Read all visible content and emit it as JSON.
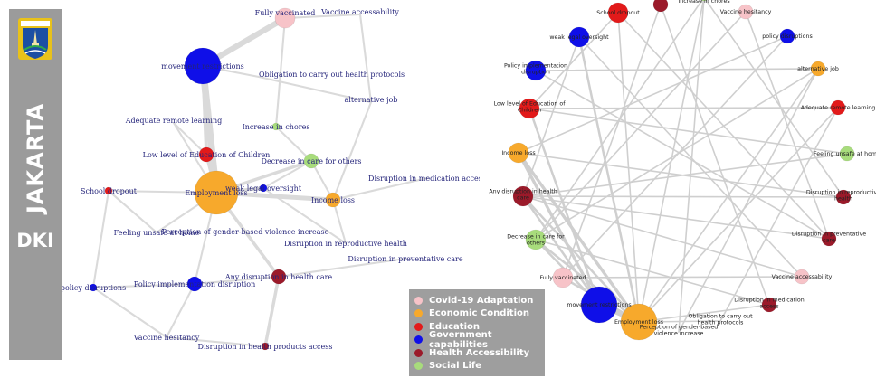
{
  "colors": {
    "covid": "#f7c3c8",
    "economic": "#f7a92c",
    "education": "#e21a1a",
    "government": "#0f0fe8",
    "health": "#9b1a2a",
    "social": "#a8dc7c"
  },
  "sidebar": {
    "logo_icon": "jakarta-coat-of-arms-icon",
    "city": "JAKARTA",
    "region": "DKI"
  },
  "legend": {
    "items": [
      {
        "label": "Covid-19  Adaptation",
        "group": "covid"
      },
      {
        "label": "Economic Condition",
        "group": "economic"
      },
      {
        "label": "Education",
        "group": "education"
      },
      {
        "label": "Government capabilities",
        "group": "government"
      },
      {
        "label": "Health Accessibility",
        "group": "health"
      },
      {
        "label": "Social Life",
        "group": "social"
      }
    ]
  },
  "left_graph": {
    "nodes": [
      {
        "id": "fully_vacc",
        "label": "Fully vaccinated",
        "group": "covid",
        "size": "medium"
      },
      {
        "id": "vacc_access",
        "label": "Vaccine accessability",
        "group": "covid",
        "size": "none"
      },
      {
        "id": "movement",
        "label": "movement restrictions",
        "group": "government",
        "size": "large"
      },
      {
        "id": "obligation",
        "label": "Obligation to carry out health protocols",
        "group": "covid",
        "size": "none"
      },
      {
        "id": "alt_job",
        "label": "alternative job",
        "group": "economic",
        "size": "none"
      },
      {
        "id": "remote",
        "label": "Adequate remote learning",
        "group": "education",
        "size": "none"
      },
      {
        "id": "chores",
        "label": "Increase in chores",
        "group": "social",
        "size": "tiny"
      },
      {
        "id": "low_edu",
        "label": "Low level of Education of Children",
        "group": "education",
        "size": "small"
      },
      {
        "id": "decrease_care",
        "label": "Decrease in care for others",
        "group": "social",
        "size": "small"
      },
      {
        "id": "disrupt_med",
        "label": "Disruption in medication access",
        "group": "health",
        "size": "none"
      },
      {
        "id": "dropout",
        "label": "School dropout",
        "group": "education",
        "size": "tiny"
      },
      {
        "id": "employment",
        "label": "Employment loss",
        "group": "economic",
        "size": "xlarge"
      },
      {
        "id": "weak_oversight",
        "label": "weak legal oversight",
        "group": "government",
        "size": "tiny"
      },
      {
        "id": "income",
        "label": "Income loss",
        "group": "economic",
        "size": "small"
      },
      {
        "id": "unsafe",
        "label": "Feeling unsafe at home",
        "group": "social",
        "size": "none"
      },
      {
        "id": "gbv",
        "label": "Perception of gender-based violence increase",
        "group": "social",
        "size": "none"
      },
      {
        "id": "disrupt_repro",
        "label": "Disruption in reproductive health",
        "group": "health",
        "size": "none"
      },
      {
        "id": "disrupt_prev",
        "label": "Disruption in preventative care",
        "group": "health",
        "size": "none"
      },
      {
        "id": "policy_disr",
        "label": "policy disruptions",
        "group": "government",
        "size": "tiny"
      },
      {
        "id": "policy_impl",
        "label": "Policy implementation disruption",
        "group": "government",
        "size": "small"
      },
      {
        "id": "any_disr",
        "label": "Any disruption in health care",
        "group": "health",
        "size": "small"
      },
      {
        "id": "hesitancy",
        "label": "Vaccine hesitancy",
        "group": "covid",
        "size": "none"
      },
      {
        "id": "disrupt_prod",
        "label": "Disruption in health products access",
        "group": "health",
        "size": "tiny"
      }
    ],
    "edges": [
      {
        "from": "fully_vacc",
        "to": "movement",
        "weight": 4
      },
      {
        "from": "movement",
        "to": "employment",
        "weight": 5
      },
      {
        "from": "movement",
        "to": "low_edu",
        "weight": 2
      },
      {
        "from": "movement",
        "to": "obligation",
        "weight": 1
      },
      {
        "from": "fully_vacc",
        "to": "vacc_access",
        "weight": 1
      },
      {
        "from": "fully_vacc",
        "to": "chores",
        "weight": 1
      },
      {
        "from": "employment",
        "to": "income",
        "weight": 3
      },
      {
        "from": "employment",
        "to": "decrease_care",
        "weight": 2
      },
      {
        "from": "employment",
        "to": "weak_oversight",
        "weight": 2
      },
      {
        "from": "employment",
        "to": "low_edu",
        "weight": 2
      },
      {
        "from": "employment",
        "to": "dropout",
        "weight": 1
      },
      {
        "from": "employment",
        "to": "any_disr",
        "weight": 2
      },
      {
        "from": "employment",
        "to": "policy_impl",
        "weight": 1
      },
      {
        "from": "employment",
        "to": "gbv",
        "weight": 1
      },
      {
        "from": "employment",
        "to": "unsafe",
        "weight": 1
      },
      {
        "from": "employment",
        "to": "remote",
        "weight": 1
      },
      {
        "from": "decrease_care",
        "to": "chores",
        "weight": 1
      },
      {
        "from": "decrease_care",
        "to": "income",
        "weight": 1
      },
      {
        "from": "decrease_care",
        "to": "weak_oversight",
        "weight": 1
      },
      {
        "from": "income",
        "to": "alt_job",
        "weight": 1
      },
      {
        "from": "income",
        "to": "disrupt_med",
        "weight": 1
      },
      {
        "from": "income",
        "to": "disrupt_repro",
        "weight": 1
      },
      {
        "from": "weak_oversight",
        "to": "disrupt_repro",
        "weight": 1
      },
      {
        "from": "any_disr",
        "to": "disrupt_prod",
        "weight": 2
      },
      {
        "from": "any_disr",
        "to": "policy_impl",
        "weight": 1
      },
      {
        "from": "any_disr",
        "to": "disrupt_prev",
        "weight": 1
      },
      {
        "from": "any_disr",
        "to": "gbv",
        "weight": 1
      },
      {
        "from": "policy_impl",
        "to": "policy_disr",
        "weight": 1
      },
      {
        "from": "policy_impl",
        "to": "hesitancy",
        "weight": 1
      },
      {
        "from": "policy_disr",
        "to": "dropout",
        "weight": 1
      },
      {
        "from": "policy_disr",
        "to": "hesitancy",
        "weight": 1
      },
      {
        "from": "hesitancy",
        "to": "disrupt_prod",
        "weight": 1
      },
      {
        "from": "low_edu",
        "to": "remote",
        "weight": 1
      },
      {
        "from": "obligation",
        "to": "alt_job",
        "weight": 1
      },
      {
        "from": "vacc_access",
        "to": "alt_job",
        "weight": 1
      },
      {
        "from": "dropout",
        "to": "unsafe",
        "weight": 1
      }
    ]
  },
  "right_graph": {
    "nodes": [
      {
        "id": "school_dropout",
        "label": "School dropout",
        "group": "education",
        "size": "medium"
      },
      {
        "id": "top_health",
        "label": "",
        "group": "health",
        "size": "small"
      },
      {
        "id": "chores",
        "label": "Increase in chores",
        "group": "social",
        "size": "tiny"
      },
      {
        "id": "hesitancy",
        "label": "Vaccine hesitancy",
        "group": "covid",
        "size": "small"
      },
      {
        "id": "weak_oversight",
        "label": "weak legal oversight",
        "group": "government",
        "size": "medium"
      },
      {
        "id": "policy_disr",
        "label": "policy disruptions",
        "group": "government",
        "size": "small"
      },
      {
        "id": "policy_impl",
        "label": "Policy implementation disruption",
        "group": "government",
        "size": "medium"
      },
      {
        "id": "alt_job",
        "label": "alternative job",
        "group": "economic",
        "size": "small"
      },
      {
        "id": "low_edu",
        "label": "Low level of Education of Children",
        "group": "education",
        "size": "medium"
      },
      {
        "id": "remote",
        "label": "Adequate remote learning",
        "group": "education",
        "size": "small"
      },
      {
        "id": "income",
        "label": "Income loss",
        "group": "economic",
        "size": "medium"
      },
      {
        "id": "unsafe",
        "label": "Feeling unsafe at home",
        "group": "social",
        "size": "small"
      },
      {
        "id": "any_disr",
        "label": "Any disruption in health care",
        "group": "health",
        "size": "medium"
      },
      {
        "id": "disrupt_repro",
        "label": "Disruption in reproductive health",
        "group": "health",
        "size": "small"
      },
      {
        "id": "decrease_care",
        "label": "Decrease in care for others",
        "group": "social",
        "size": "medium"
      },
      {
        "id": "disrupt_prev",
        "label": "Disruption in preventative care",
        "group": "health",
        "size": "small"
      },
      {
        "id": "fully_vacc",
        "label": "Fully vaccinated",
        "group": "covid",
        "size": "medium"
      },
      {
        "id": "vacc_access",
        "label": "Vaccine accessability",
        "group": "covid",
        "size": "small"
      },
      {
        "id": "movement",
        "label": "movement restrictions",
        "group": "government",
        "size": "large"
      },
      {
        "id": "disrupt_med",
        "label": "Disruption in medication access",
        "group": "health",
        "size": "small"
      },
      {
        "id": "employment",
        "label": "Employment loss",
        "group": "economic",
        "size": "large"
      },
      {
        "id": "obligation",
        "label": "Obligation to carry out health protocols",
        "group": "covid",
        "size": "none"
      },
      {
        "id": "gbv",
        "label": "Perception of gender-based violence increase",
        "group": "social",
        "size": "none"
      }
    ],
    "edges": [
      {
        "from": "movement",
        "to": "employment",
        "weight": 5
      },
      {
        "from": "movement",
        "to": "income",
        "weight": 3
      },
      {
        "from": "movement",
        "to": "any_disr",
        "weight": 2
      },
      {
        "from": "movement",
        "to": "low_edu",
        "weight": 2
      },
      {
        "from": "movement",
        "to": "decrease_care",
        "weight": 2
      },
      {
        "from": "employment",
        "to": "income",
        "weight": 3
      },
      {
        "from": "employment",
        "to": "decrease_care",
        "weight": 2
      },
      {
        "from": "employment",
        "to": "fully_vacc",
        "weight": 2
      },
      {
        "from": "employment",
        "to": "weak_oversight",
        "weight": 2
      },
      {
        "from": "employment",
        "to": "chores",
        "weight": 1
      },
      {
        "from": "employment",
        "to": "alt_job",
        "weight": 1
      },
      {
        "from": "employment",
        "to": "remote",
        "weight": 1
      },
      {
        "from": "employment",
        "to": "school_dropout",
        "weight": 1
      },
      {
        "from": "employment",
        "to": "any_disr",
        "weight": 2
      },
      {
        "from": "employment",
        "to": "disrupt_med",
        "weight": 1
      },
      {
        "from": "employment",
        "to": "obligation",
        "weight": 1
      },
      {
        "from": "any_disr",
        "to": "disrupt_repro",
        "weight": 1
      },
      {
        "from": "any_disr",
        "to": "disrupt_prev",
        "weight": 1
      },
      {
        "from": "any_disr",
        "to": "unsafe",
        "weight": 1
      },
      {
        "from": "any_disr",
        "to": "vacc_access",
        "weight": 1
      },
      {
        "from": "school_dropout",
        "to": "disrupt_prev",
        "weight": 1
      },
      {
        "from": "school_dropout",
        "to": "low_edu",
        "weight": 1
      },
      {
        "from": "top_health",
        "to": "fully_vacc",
        "weight": 1
      },
      {
        "from": "top_health",
        "to": "disrupt_med",
        "weight": 1
      },
      {
        "from": "chores",
        "to": "gbv",
        "weight": 1
      },
      {
        "from": "chores",
        "to": "decrease_care",
        "weight": 1
      },
      {
        "from": "chores",
        "to": "disrupt_repro",
        "weight": 1
      },
      {
        "from": "hesitancy",
        "to": "decrease_care",
        "weight": 1
      },
      {
        "from": "policy_disr",
        "to": "fully_vacc",
        "weight": 1
      },
      {
        "from": "policy_disr",
        "to": "income",
        "weight": 1
      },
      {
        "from": "weak_oversight",
        "to": "any_disr",
        "weight": 1
      },
      {
        "from": "weak_oversight",
        "to": "vacc_access",
        "weight": 1
      },
      {
        "from": "policy_impl",
        "to": "disrupt_prev",
        "weight": 1
      },
      {
        "from": "policy_impl",
        "to": "alt_job",
        "weight": 1
      },
      {
        "from": "low_edu",
        "to": "remote",
        "weight": 1
      },
      {
        "from": "low_edu",
        "to": "unsafe",
        "weight": 1
      },
      {
        "from": "income",
        "to": "disrupt_repro",
        "weight": 1
      },
      {
        "from": "decrease_care",
        "to": "disrupt_med",
        "weight": 1
      },
      {
        "from": "decrease_care",
        "to": "alt_job",
        "weight": 1
      },
      {
        "from": "fully_vacc",
        "to": "vacc_access",
        "weight": 1
      },
      {
        "from": "alt_job",
        "to": "gbv",
        "weight": 1
      },
      {
        "from": "remote",
        "to": "obligation",
        "weight": 1
      },
      {
        "from": "hesitancy",
        "to": "disrupt_prev",
        "weight": 1
      }
    ]
  }
}
